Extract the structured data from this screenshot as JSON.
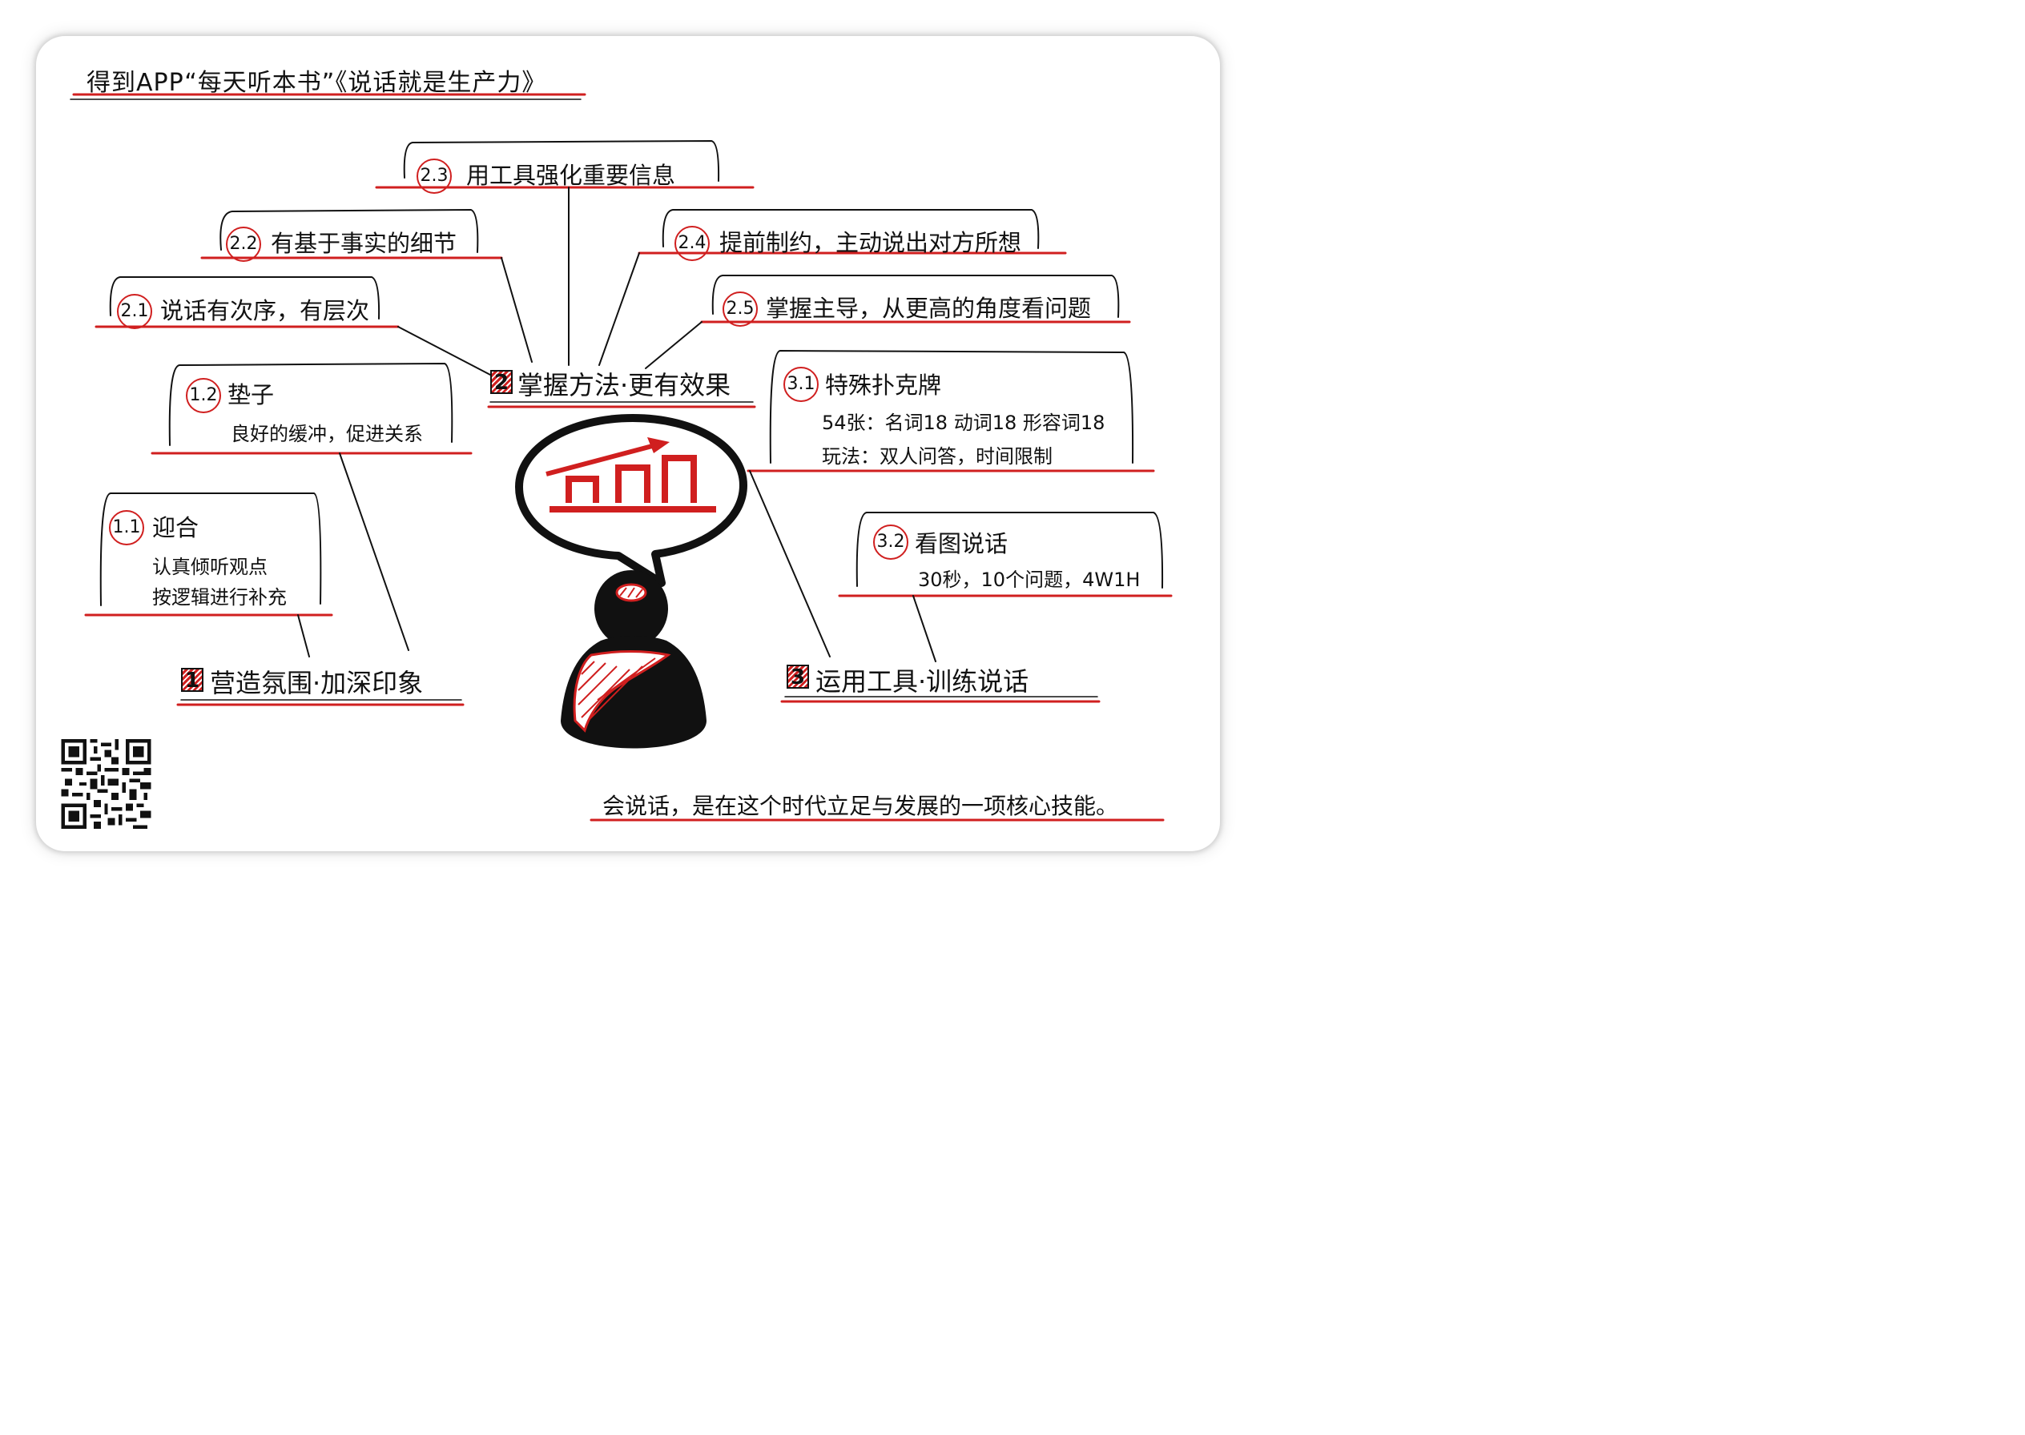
{
  "header": {
    "title": "得到APP“每天听本书”《说话就是生产力》"
  },
  "branches": [
    {
      "num": "1",
      "label": "营造氛围·加深印象",
      "items": [
        {
          "num": "1.1",
          "label": "迎合",
          "details": [
            "认真倾听观点",
            "按逻辑进行补充"
          ]
        },
        {
          "num": "1.2",
          "label": "垫子",
          "details": [
            "良好的缓冲，促进关系"
          ]
        }
      ]
    },
    {
      "num": "2",
      "label": "掌握方法·更有效果",
      "items": [
        {
          "num": "2.1",
          "label": "说话有次序，有层次"
        },
        {
          "num": "2.2",
          "label": "有基于事实的细节"
        },
        {
          "num": "2.3",
          "label": "用工具强化重要信息"
        },
        {
          "num": "2.4",
          "label": "提前制约，主动说出对方所想"
        },
        {
          "num": "2.5",
          "label": "掌握主导，从更高的角度看问题"
        }
      ]
    },
    {
      "num": "3",
      "label": "运用工具·训练说话",
      "items": [
        {
          "num": "3.1",
          "label": "特殊扑克牌",
          "details": [
            "54张：名词18 动词18 形容词18",
            "玩法：双人问答，时间限制"
          ]
        },
        {
          "num": "3.2",
          "label": "看图说话",
          "details": [
            "30秒，10个问题，4W1H"
          ]
        }
      ]
    }
  ],
  "footer": {
    "text": "会说话，是在这个时代立足与发展的一项核心技能。"
  },
  "colors": {
    "accent": "#d01f1f",
    "ink": "#111111"
  },
  "icons": [
    "speech-bubble-icon",
    "growth-chart-icon",
    "person-icon",
    "qr-code"
  ]
}
